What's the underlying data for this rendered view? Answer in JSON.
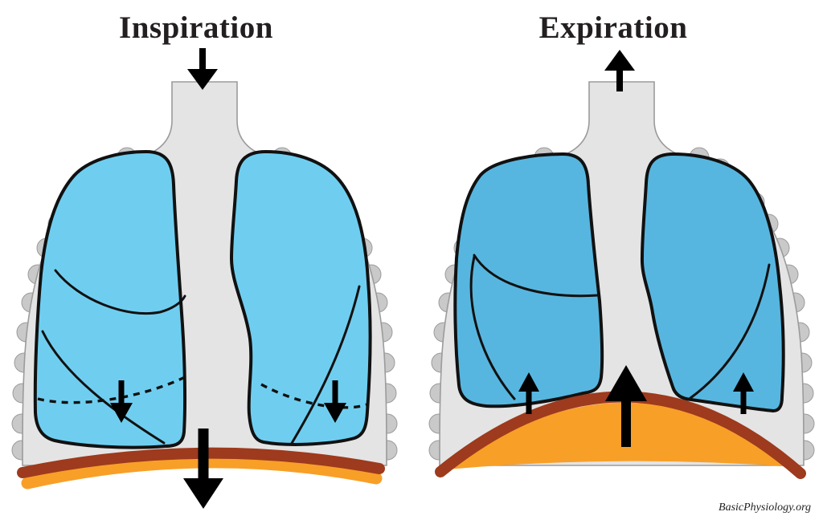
{
  "left_panel": {
    "title": "Inspiration",
    "arrows": {
      "trachea_airflow_icon": "arrow-down",
      "lung_left_icon": "arrow-down",
      "lung_right_icon": "arrow-down",
      "diaphragm_icon": "arrow-down-large"
    },
    "diaphragm_outline_icon": "dashed-relaxed-diaphragm-line"
  },
  "right_panel": {
    "title": "Expiration",
    "arrows": {
      "trachea_airflow_icon": "arrow-up",
      "lung_left_icon": "arrow-up",
      "lung_right_icon": "arrow-up",
      "diaphragm_icon": "arrow-up-large"
    }
  },
  "credit": {
    "text": "BasicPhysiology.org"
  },
  "colors": {
    "lung-inspiration": "#6FCEF0",
    "lung-expiration": "#57B6DF",
    "diaphragm-orange": "#F89F28",
    "diaphragm-brown": "#9E3A1D",
    "thorax-gray": "#E4E4E4",
    "rib-gray": "#C9C9C9",
    "rib-stroke": "#9B9B9B",
    "outline-black": "#111111",
    "arrow-black": "#000000",
    "title-color": "#231F20"
  }
}
